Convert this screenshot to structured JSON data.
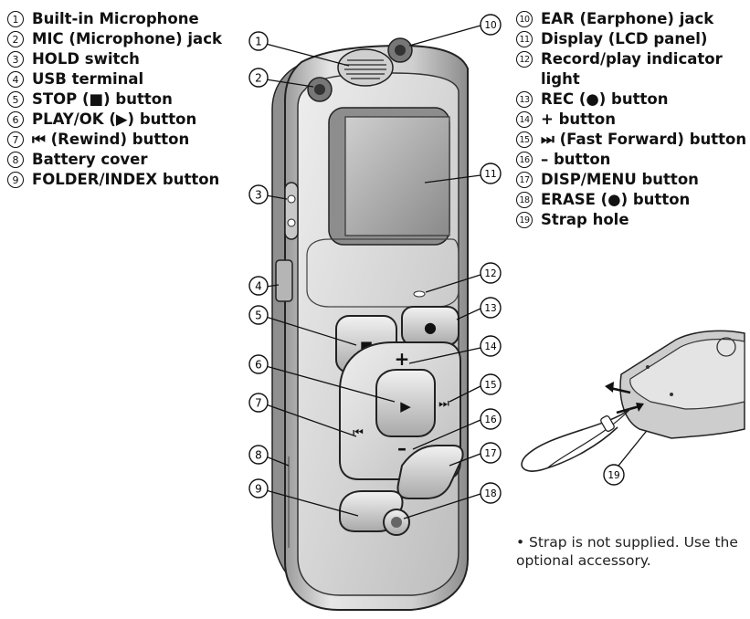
{
  "legend_left": [
    {
      "num": "1",
      "label": "Built-in Microphone"
    },
    {
      "num": "2",
      "label": "MIC (Microphone) jack"
    },
    {
      "num": "3",
      "label": "HOLD switch"
    },
    {
      "num": "4",
      "label": "USB terminal"
    },
    {
      "num": "5",
      "label": "STOP (■) button"
    },
    {
      "num": "6",
      "label": "PLAY/OK (▶) button"
    },
    {
      "num": "7",
      "label": "⏮ (Rewind) button"
    },
    {
      "num": "8",
      "label": "Battery cover"
    },
    {
      "num": "9",
      "label": "FOLDER/INDEX button"
    }
  ],
  "legend_right": [
    {
      "num": "10",
      "label": "EAR (Earphone) jack"
    },
    {
      "num": "11",
      "label": "Display (LCD panel)"
    },
    {
      "num": "12",
      "label": "Record/play indicator light"
    },
    {
      "num": "13",
      "label": "REC (●) button"
    },
    {
      "num": "14",
      "label": "+ button"
    },
    {
      "num": "15",
      "label": "⏭ (Fast Forward) button"
    },
    {
      "num": "16",
      "label": "– button"
    },
    {
      "num": "17",
      "label": "DISP/MENU button"
    },
    {
      "num": "18",
      "label": "ERASE (●) button"
    },
    {
      "num": "19",
      "label": "Strap hole"
    }
  ],
  "callouts": [
    "1",
    "2",
    "3",
    "4",
    "5",
    "6",
    "7",
    "8",
    "9",
    "10",
    "11",
    "12",
    "13",
    "14",
    "15",
    "16",
    "17",
    "18",
    "19"
  ],
  "device_button_glyphs": {
    "stop": "■",
    "rec": "●",
    "play": "▶",
    "plus": "+",
    "minus": "–",
    "ff": "⏭",
    "rew": "⏮"
  },
  "note": "Strap is not supplied. Use the optional accessory.",
  "note_bullet": "•"
}
